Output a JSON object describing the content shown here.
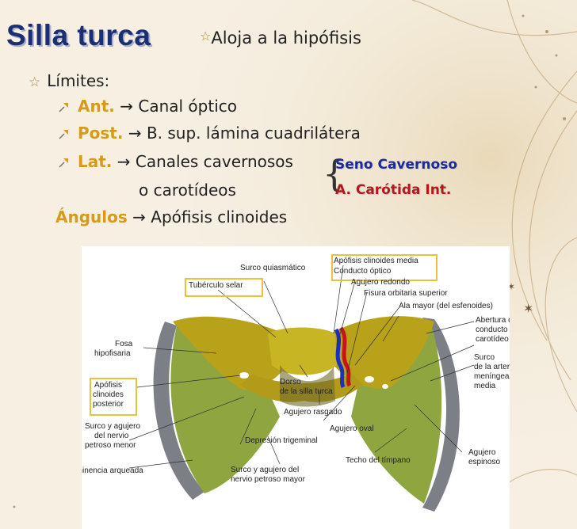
{
  "title": "Silla turca",
  "subtitle": "Aloja a la hipófisis",
  "limites_label": "Límites:",
  "items": [
    {
      "label": "Ant.",
      "text": "Canal óptico"
    },
    {
      "label": "Post.",
      "text": "B. sup. lámina cuadrilátera"
    },
    {
      "label": "Lat.",
      "text": "Canales cavernosos"
    }
  ],
  "lat_cont": "o carotídeos",
  "angulos_label": "Ángulos",
  "angulos_text": "Apófisis clinoides",
  "arrow": "→",
  "seno": "Seno Cavernoso",
  "carotida": "A. Carótida Int.",
  "figure_labels": {
    "surco_quiasmatico": "Surco quiasmático",
    "apofisis_media": "Apófisis clinoides media",
    "conducto_optico": "Conducto óptico",
    "agujero_redondo": "Agujero redondo",
    "fisura": "Fisura orbitaria superior",
    "ala_mayor": "Ala mayor (del esfenoides)",
    "tuberculo": "Tubérculo selar",
    "fosa": "Fosa",
    "hipofisaria": "hipofisaria",
    "abertura1": "Abertura del",
    "abertura2": "conducto",
    "abertura3": "carotídeo",
    "surco_arteria1": "Surco",
    "surco_arteria2": "de la arteria",
    "surco_arteria3": "meníngea",
    "surco_arteria4": "media",
    "apofisis_post1": "Apófisis",
    "apofisis_post2": "clinoides",
    "apofisis_post3": "posterior",
    "dorso1": "Dorso",
    "dorso2": "de la silla turca",
    "agujero_rasgado": "Agujero rasgado",
    "agujero_oval": "Agujero oval",
    "surco_menor1": "Surco y agujero",
    "surco_menor2": "del nervio",
    "surco_menor3": "petroso menor",
    "depresion": "Depresión trigeminal",
    "techo": "Techo del tímpano",
    "agujero_espinoso1": "Agujero",
    "agujero_espinoso2": "espinoso",
    "eminencia": "Eminencia arqueada",
    "surco_mayor1": "Surco y agujero del",
    "surco_mayor2": "nervio petroso mayor"
  },
  "colors": {
    "title": "#1d2f73",
    "label_gold": "#d79b1c",
    "seno": "#1e2a9a",
    "carotida": "#b01a1a",
    "bone_yellow": "#b7a21a",
    "bone_green": "#8fa640"
  }
}
